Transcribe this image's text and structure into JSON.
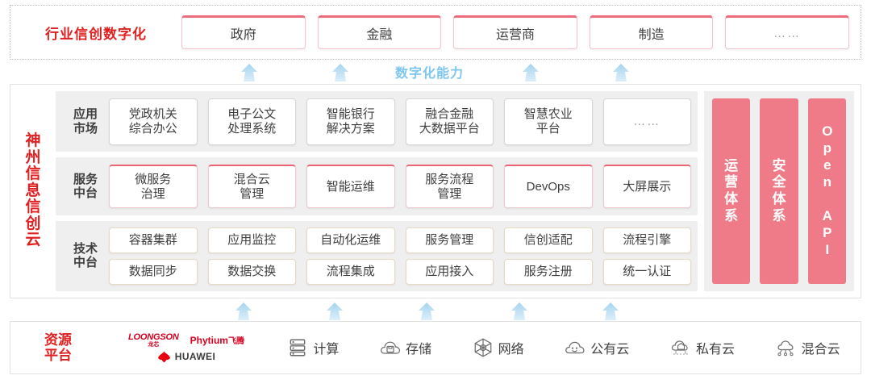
{
  "industry": {
    "title": "行业信创数字化",
    "boxes": [
      {
        "label": "政府"
      },
      {
        "label": "金融"
      },
      {
        "label": "运营商"
      },
      {
        "label": "制造"
      },
      {
        "label": "……"
      }
    ]
  },
  "capability": {
    "label": "数字化能力",
    "top_arrow_count": 4,
    "bottom_arrow_count": 5,
    "arrow_color": "#b9ddf2"
  },
  "brand": {
    "name": "神州信息信创云",
    "chars": [
      "神",
      "州",
      "信",
      "息",
      "信",
      "创",
      "云"
    ],
    "color": "#e02020"
  },
  "layers": [
    {
      "key": "app",
      "label": "应用市场",
      "label_lines": [
        "应用",
        "市场"
      ],
      "cells": [
        {
          "label": "党政机关\n综合办公",
          "lines": [
            "党政机关",
            "综合办公"
          ]
        },
        {
          "label": "电子公文\n处理系统",
          "lines": [
            "电子公文",
            "处理系统"
          ]
        },
        {
          "label": "智能银行\n解决方案",
          "lines": [
            "智能银行",
            "解决方案"
          ]
        },
        {
          "label": "融合金融\n大数据平台",
          "lines": [
            "融合金融",
            "大数据平台"
          ]
        },
        {
          "label": "智慧农业\n平台",
          "lines": [
            "智慧农业",
            "平台"
          ]
        },
        {
          "label": "……",
          "lines": [
            "……"
          ],
          "dots": true
        }
      ]
    },
    {
      "key": "svc",
      "label": "服务中台",
      "label_lines": [
        "服务",
        "中台"
      ],
      "cells": [
        {
          "label": "微服务\n治理",
          "lines": [
            "微服务",
            "治理"
          ]
        },
        {
          "label": "混合云\n管理",
          "lines": [
            "混合云",
            "管理"
          ]
        },
        {
          "label": "智能运维",
          "lines": [
            "智能运维"
          ]
        },
        {
          "label": "服务流程\n管理",
          "lines": [
            "服务流程",
            "管理"
          ]
        },
        {
          "label": "DevOps",
          "lines": [
            "DevOps"
          ]
        },
        {
          "label": "大屏展示",
          "lines": [
            "大屏展示"
          ]
        }
      ]
    },
    {
      "key": "tech",
      "label": "技术中台",
      "label_lines": [
        "技术",
        "中台"
      ],
      "rows": [
        [
          {
            "label": "容器集群"
          },
          {
            "label": "应用监控"
          },
          {
            "label": "自动化运维"
          },
          {
            "label": "服务管理"
          },
          {
            "label": "信创适配"
          },
          {
            "label": "流程引擎"
          }
        ],
        [
          {
            "label": "数据同步"
          },
          {
            "label": "数据交换"
          },
          {
            "label": "流程集成"
          },
          {
            "label": "应用接入"
          },
          {
            "label": "服务注册"
          },
          {
            "label": "统一认证"
          }
        ]
      ]
    }
  ],
  "side_bars": [
    {
      "label": "运营体系",
      "chars": [
        "运",
        "营",
        "体",
        "系"
      ],
      "orientation": "vertical-cn"
    },
    {
      "label": "安全体系",
      "chars": [
        "安",
        "全",
        "体",
        "系"
      ],
      "orientation": "vertical-cn"
    },
    {
      "label": "Open API",
      "orientation": "vertical-en"
    }
  ],
  "side_bar_color": "#ef7b88",
  "resource": {
    "title": "资源平台",
    "title_lines": [
      "资源",
      "平台"
    ],
    "vendors": [
      {
        "name": "LOONGSON",
        "cn": "龙芯"
      },
      {
        "name": "Phytium",
        "cn": "飞腾"
      },
      {
        "name": "HUAWEI",
        "cn": ""
      }
    ],
    "items": [
      {
        "label": "计算",
        "icon": "server-icon"
      },
      {
        "label": "存储",
        "icon": "cloud-storage-icon"
      },
      {
        "label": "网络",
        "icon": "network-icon"
      },
      {
        "label": "公有云",
        "icon": "public-cloud-icon"
      },
      {
        "label": "私有云",
        "icon": "private-cloud-icon"
      },
      {
        "label": "混合云",
        "icon": "hybrid-cloud-icon"
      }
    ]
  }
}
